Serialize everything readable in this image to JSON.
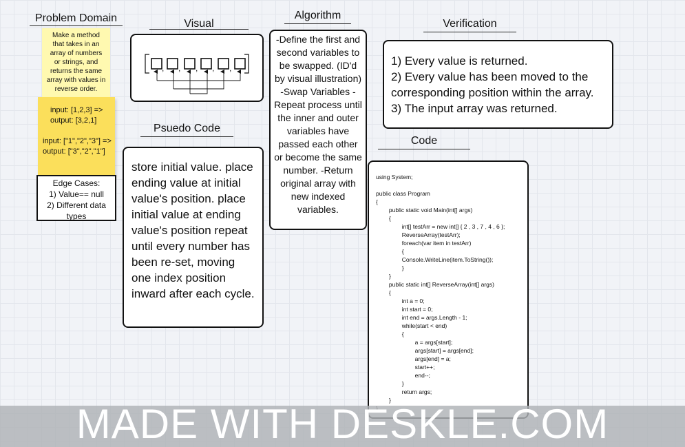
{
  "problem_domain": {
    "heading": "Problem Domain",
    "description": "Make a method that takes in an array of numbers or strings, and returns the same array with values in reverse order.",
    "example_1_input": "input: [1,2,3] =>",
    "example_1_output": "output: [3,2,1]",
    "example_2_input": "input: [\"1\",\"2\",\"3\"] =>",
    "example_2_output": "output: [\"3\",\"2\",\"1\"]",
    "edge_cases_title": "Edge Cases:",
    "edge_case_1": "1) Value== null",
    "edge_case_2": "2) Different data types"
  },
  "visual": {
    "heading": "Visual"
  },
  "pseudo_code": {
    "heading": "Psuedo Code",
    "text": "store initial value. place ending value at initial value's position. place initial value at ending value's position repeat until every number has been re-set, moving one index position inward after each cycle."
  },
  "algorithm": {
    "heading": "Algorithm",
    "text": "-Define the first and second variables to be swapped. (ID'd by visual illustration) -Swap Variables -Repeat process until the inner and outer variables have passed each other or become the same number. -Return original array with new indexed variables."
  },
  "verification": {
    "heading": "Verification",
    "item_1": "1) Every value is returned.",
    "item_2": "2) Every value has been moved to the corresponding position within the array.",
    "item_3": "3) The input array was returned."
  },
  "code": {
    "heading": "Code",
    "source": "using System;\n\npublic class Program\n{\n        public static void Main(int[] args)\n        {\n                int[] testArr = new int[] { 2 , 3 , 7 , 4 , 6 };\n                ReverseArray(testArr);\n                foreach(var item in testArr)\n                {\n                Console.WriteLine(item.ToString());\n                }\n        }\n        public static int[] ReverseArray(int[] args)\n        {\n                int a = 0;\n                int start = 0;\n                int end = args.Length - 1;\n                while(start < end)\n                {\n                        a = args[start];\n                        args[start] = args[end];\n                        args[end] = a;\n                        start++;\n                        end--;\n                }\n                return args;\n        }\n}"
  },
  "watermark": "MADE WITH DESKLE.COM"
}
